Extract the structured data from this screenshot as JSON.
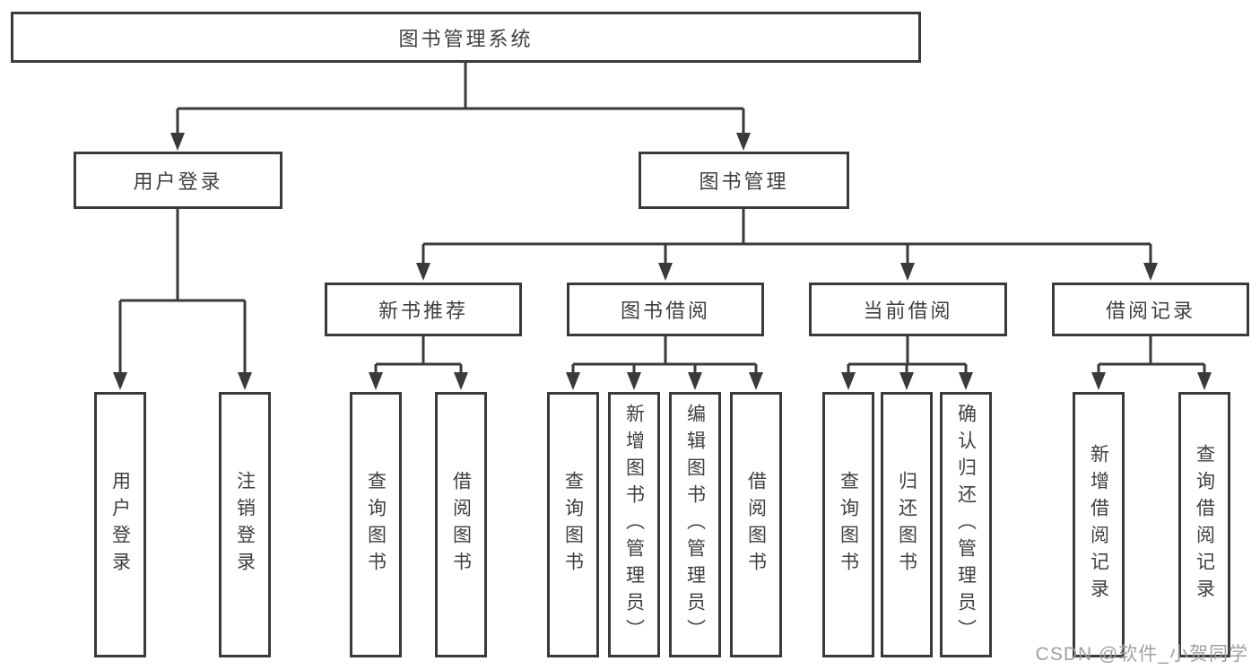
{
  "root": {
    "label": "图书管理系统"
  },
  "branches": [
    {
      "label": "用户登录",
      "leaves": [
        "用户登录",
        "注销登录"
      ]
    },
    {
      "label": "图书管理",
      "groups": [
        {
          "label": "新书推荐",
          "leaves": [
            "查询图书",
            "借阅图书"
          ]
        },
        {
          "label": "图书借阅",
          "leaves": [
            "查询图书",
            "新增图书（管理员）",
            "编辑图书（管理员）",
            "借阅图书"
          ]
        },
        {
          "label": "当前借阅",
          "leaves": [
            "查询图书",
            "归还图书",
            "确认归还（管理员）"
          ]
        },
        {
          "label": "借阅记录",
          "leaves": [
            "新增借阅记录",
            "查询借阅记录"
          ]
        }
      ]
    }
  ],
  "watermark": "CSDN @软件_小贺同学",
  "colors": {
    "line": "#3a3a3a",
    "box_border": "#3a3a3a",
    "text": "#3f3f3f",
    "watermark": "#a0a0a0",
    "background": "#ffffff"
  }
}
